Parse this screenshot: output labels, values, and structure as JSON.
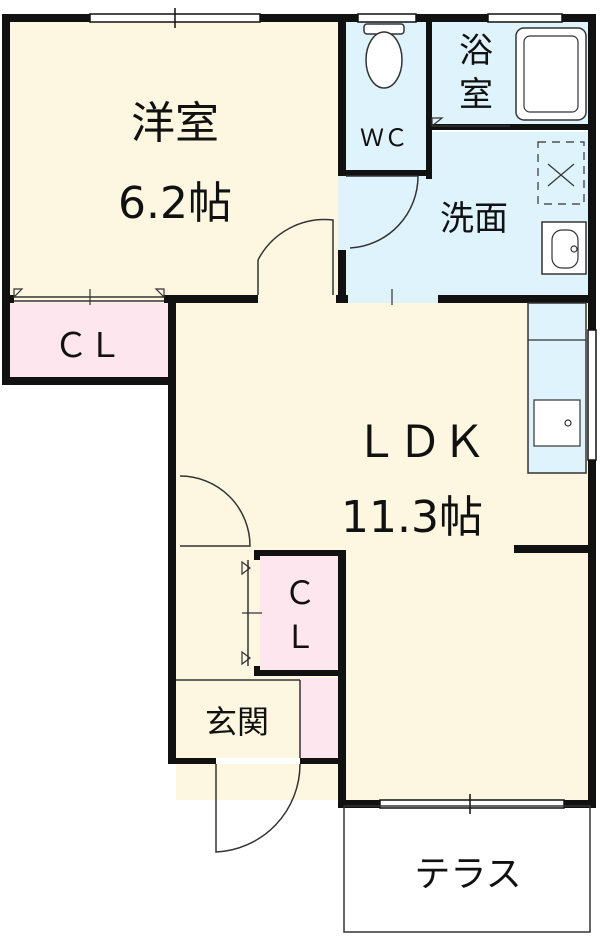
{
  "rooms": {
    "western_room": {
      "name": "洋室",
      "size": "6.2帖"
    },
    "closet_1": {
      "name": "ＣＬ"
    },
    "wc": {
      "name": "ＷＣ"
    },
    "bath": {
      "name_line1": "浴",
      "name_line2": "室"
    },
    "washroom": {
      "name": "洗面"
    },
    "ldk": {
      "name": "ＬＤＫ",
      "size": "11.3帖"
    },
    "closet_2": {
      "name_line1": "Ｃ",
      "name_line2": "Ｌ"
    },
    "entrance": {
      "name": "玄関"
    },
    "terrace": {
      "name": "テラス"
    }
  },
  "colors": {
    "wall": "#111111",
    "room_beige": "#fdf6e0",
    "wet_area_blue": "#def3fb",
    "closet_pink": "#fde6ee",
    "white": "#ffffff"
  }
}
